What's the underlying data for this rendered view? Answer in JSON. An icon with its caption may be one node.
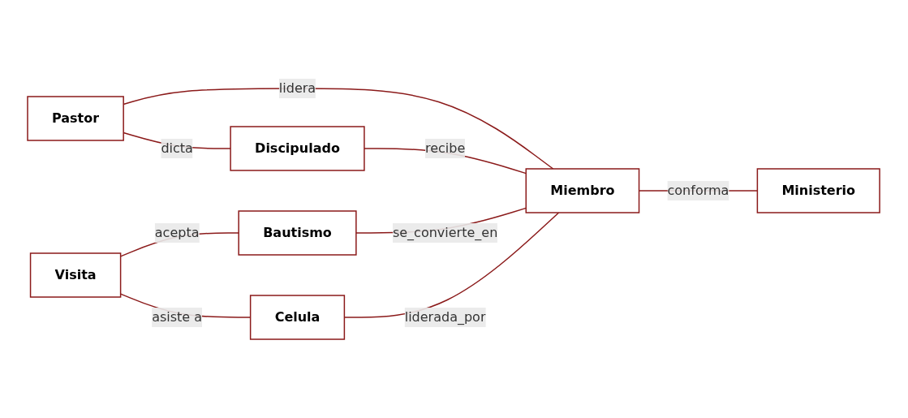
{
  "diagram": {
    "nodes": [
      {
        "text": [
          "Pastor"
        ]
      },
      {
        "text": [
          "Discipulado"
        ]
      },
      {
        "text": [
          "Visita"
        ]
      },
      {
        "text": [
          "Bautismo"
        ]
      },
      {
        "text": [
          "Miembro"
        ]
      },
      {
        "text": [
          "Ministerio"
        ]
      },
      {
        "text": [
          "Celula"
        ]
      }
    ],
    "edges": [
      {
        "from": 0,
        "to": 1,
        "arrow": "none",
        "label": "dicta"
      },
      {
        "from": 0,
        "to": 4,
        "arrow": "none",
        "label": "lidera"
      },
      {
        "from": 1,
        "to": 4,
        "arrow": "none",
        "label": "recibe"
      },
      {
        "from": 2,
        "to": 3,
        "arrow": "none",
        "label": "acepta"
      },
      {
        "from": 3,
        "to": 4,
        "arrow": "none",
        "label": "se_convierte_en"
      },
      {
        "from": 4,
        "to": 5,
        "arrow": "none",
        "label": "conforma"
      },
      {
        "from": 2,
        "to": 6,
        "arrow": "none",
        "label": "asiste a"
      },
      {
        "from": 6,
        "to": 4,
        "arrow": "none",
        "label": "liderada_por"
      }
    ]
  }
}
